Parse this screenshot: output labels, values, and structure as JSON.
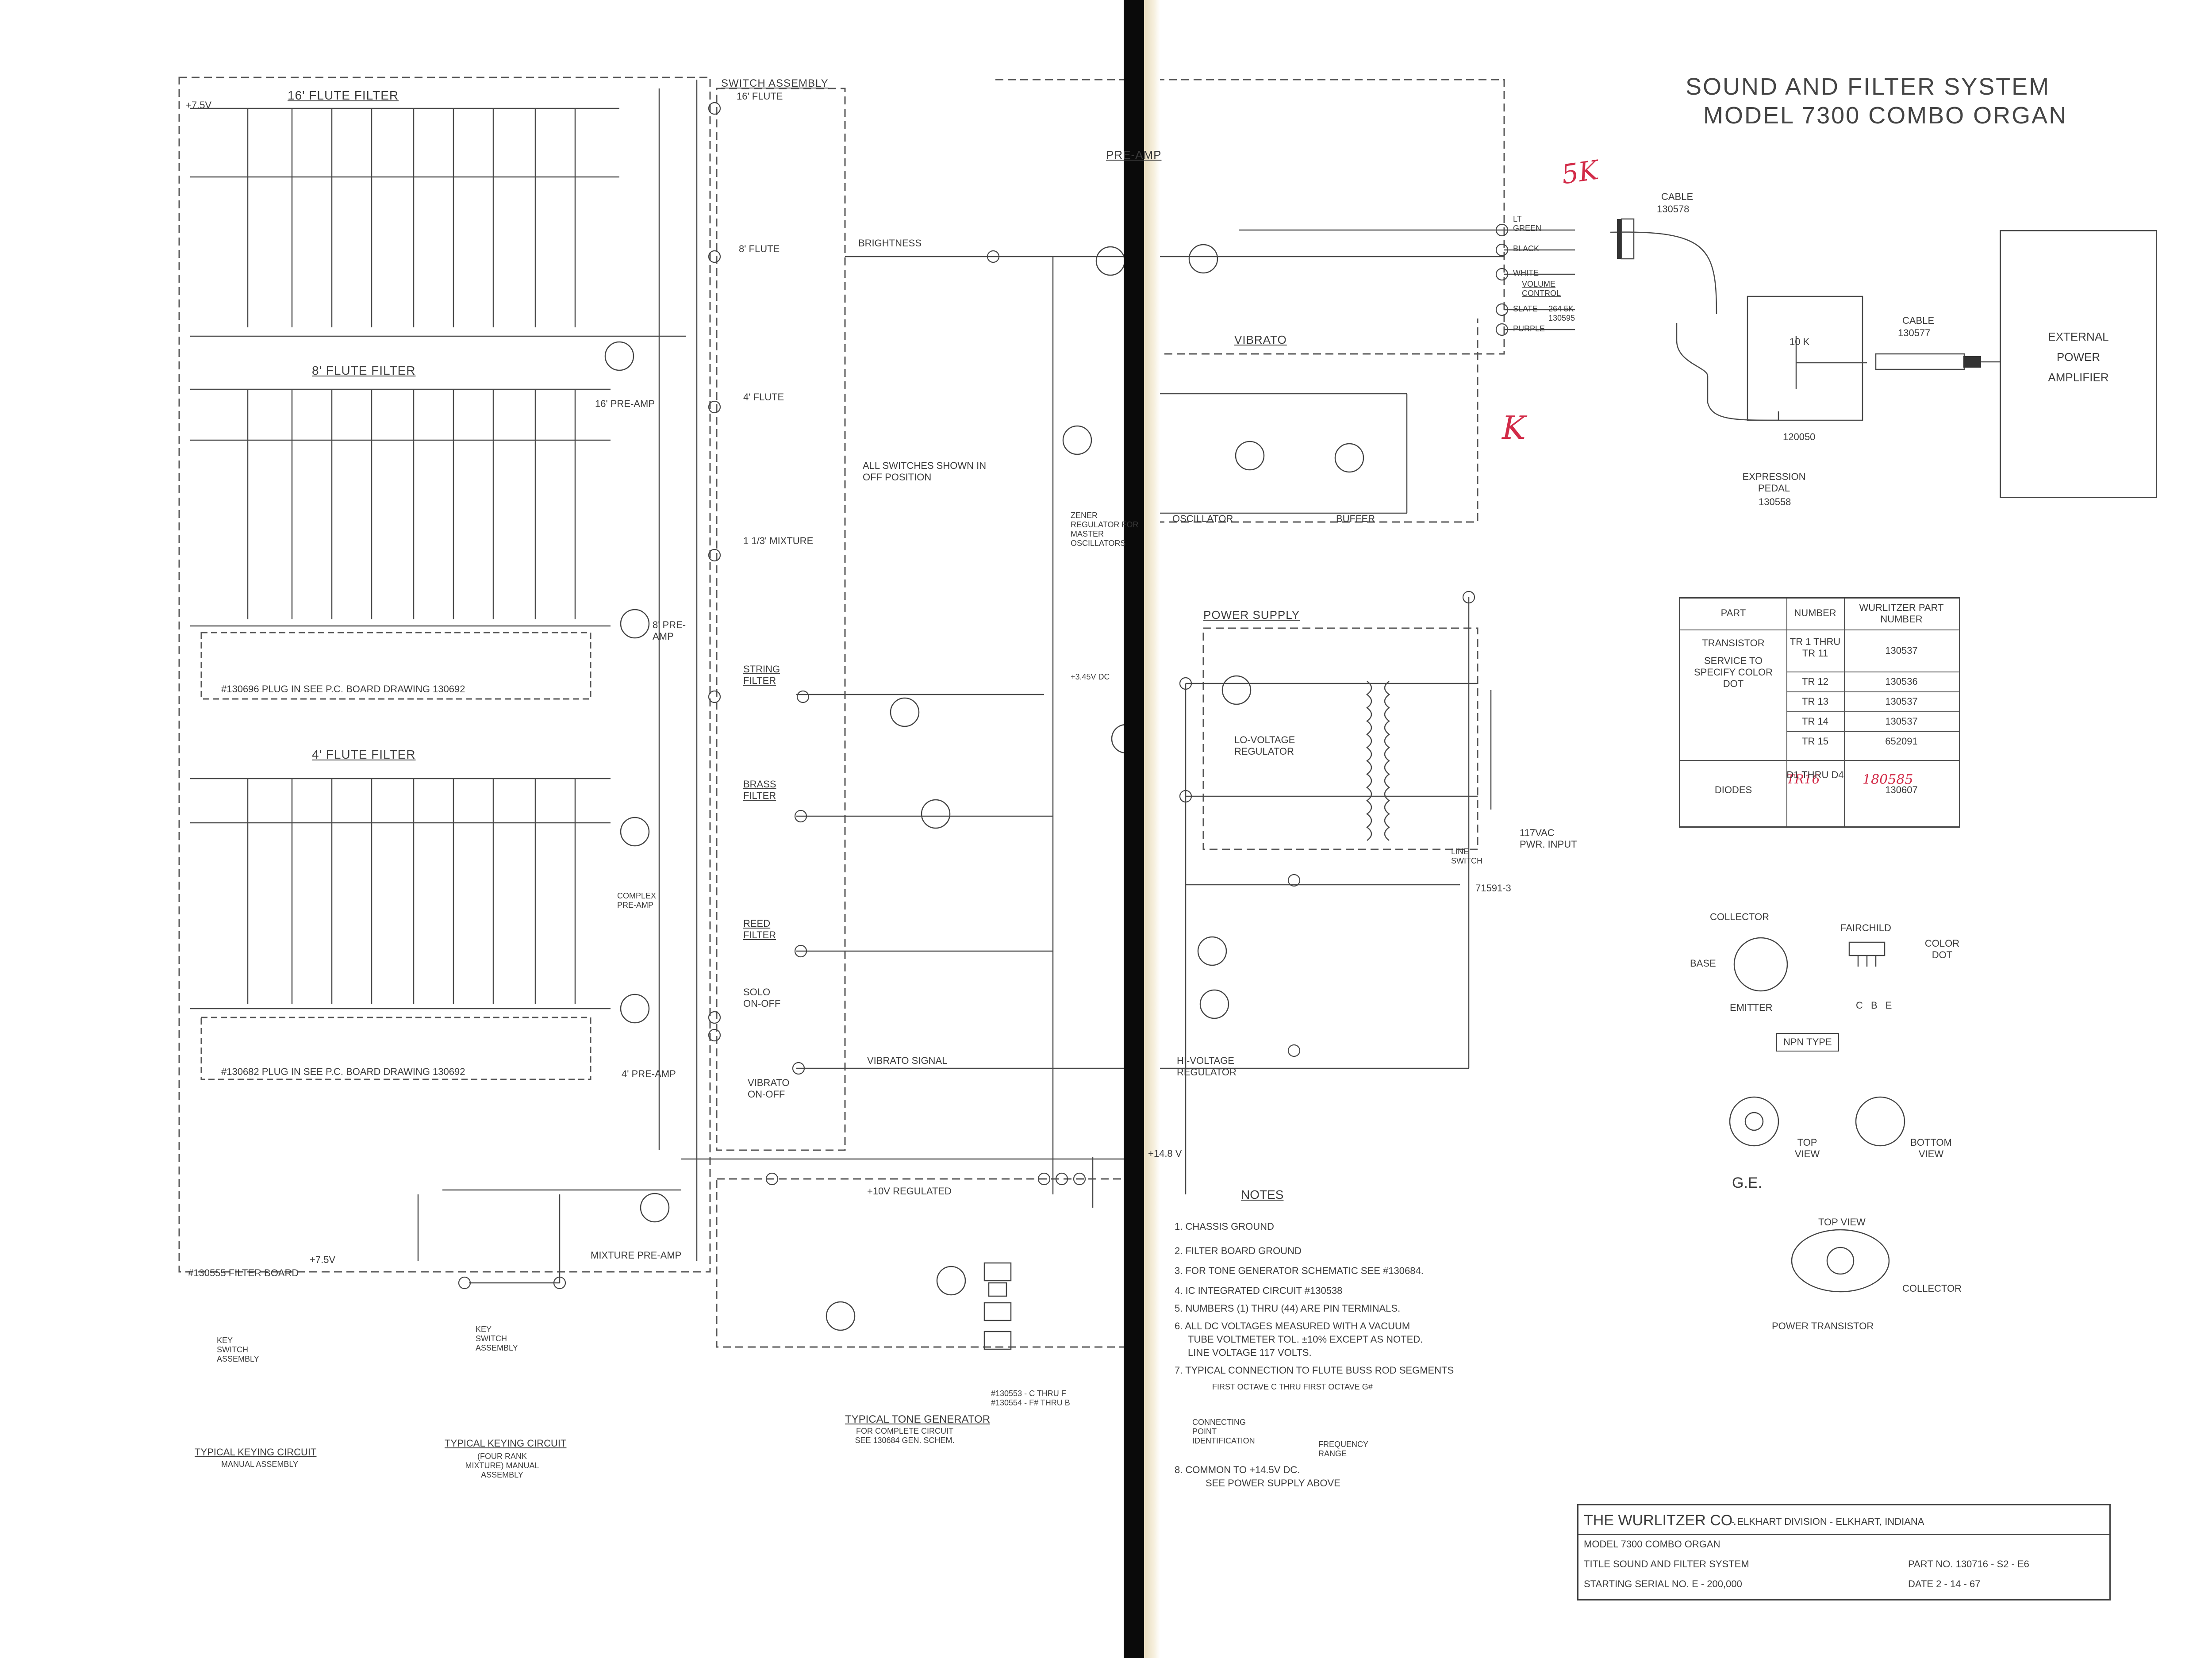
{
  "title": {
    "line1": "SOUND AND FILTER SYSTEM",
    "line2": "MODEL 7300 COMBO ORGAN"
  },
  "sections": {
    "flute16": "16' FLUTE FILTER",
    "flute8": "8' FLUTE FILTER",
    "flute4": "4' FLUTE FILTER",
    "switch_assembly": "SWITCH ASSEMBLY",
    "switch_16": "16' FLUTE",
    "switch_8": "8' FLUTE",
    "switch_4": "4' FLUTE",
    "mixture": "1 1/3' MIXTURE",
    "preamp": "PRE-AMP",
    "vibrato": "VIBRATO",
    "power_supply": "POWER SUPPLY",
    "oscillator": "OSCILLATOR",
    "buffer": "BUFFER",
    "lv_regulator": "LO-VOLTAGE REGULATOR",
    "hv_regulator": "HI-VOLTAGE REGULATOR",
    "brightness": "BRIGHTNESS",
    "string_filter": "STRING FILTER",
    "brass_filter": "BRASS FILTER",
    "reed_filter": "REED FILTER",
    "solo": "SOLO ON-OFF",
    "vibrato_onoff": "VIBRATO ON-OFF",
    "vibrato_signal": "VIBRATO SIGNAL",
    "all_switches": "ALL SWITCHES SHOWN IN OFF POSITION",
    "zener": "ZENER REGULATOR FOR MASTER OSCILLATORS",
    "mixture_preamp": "MIXTURE PRE-AMP",
    "preamp16": "16' PRE-AMP",
    "preamp8": "8' PRE-AMP",
    "preamp4": "4' PRE-AMP",
    "complex_preamp": "COMPLEX PRE-AMP",
    "filter_board": "#130555 FILTER BOARD",
    "plug8": "#130696 PLUG IN SEE P.C. BOARD DRAWING 130692",
    "plug4": "#130682 PLUG IN SEE P.C. BOARD DRAWING 130692",
    "tone_gen": "TYPICAL TONE GENERATOR",
    "tone_gen_sub": "FOR COMPLETE CIRCUIT SEE 130684 GEN. SCHEM.",
    "tone_gen_parts": "#130553 - C THRU F  #130554 - F# THRU B",
    "keying1": "TYPICAL KEYING CIRCUIT",
    "keying1_sub": "MANUAL ASSEMBLY",
    "keying2": "TYPICAL KEYING CIRCUIT",
    "keying2_sub": "(FOUR RANK MIXTURE) MANUAL ASSEMBLY",
    "key_switch": "KEY SWITCH ASSEMBLY",
    "regulated": "+10V REGULATED",
    "plus75": "+7.5V",
    "plus148": "+14.8 V",
    "plus345": "+3.45V DC",
    "pwr_input": "117VAC PWR. INPUT",
    "line_switch": "LINE SWITCH",
    "part_71591": "71591-3"
  },
  "cables": {
    "cable1_label": "CABLE",
    "cable1_num": "130578",
    "cable2_label": "CABLE",
    "cable2_num": "130577",
    "pedal_num": "120050",
    "pedal_label": "EXPRESSION PEDAL",
    "pedal_part": "130558",
    "pot": "10 K",
    "ext_amp": "EXTERNAL POWER AMPLIFIER",
    "volume_control": "VOLUME CONTROL",
    "lt_green": "LT GREEN",
    "black": "BLACK",
    "white": "WHITE",
    "slate": "SLATE",
    "purple": "PURPLE",
    "pot_264": "264 5K 130595"
  },
  "handwritten": {
    "five_k": "5K",
    "k_mark": "K",
    "tr16": "TR16",
    "part_180585": "180585"
  },
  "transistor_table": {
    "headers": [
      "PART",
      "NUMBER",
      "WURLITZER PART NUMBER"
    ],
    "transistor_label": "TRANSISTOR",
    "service_note": "SERVICE TO SPECIFY COLOR DOT",
    "rows": [
      {
        "number": "TR 1 THRU TR 11",
        "part": "130537"
      },
      {
        "number": "TR 12",
        "part": "130536"
      },
      {
        "number": "TR 13",
        "part": "130537"
      },
      {
        "number": "TR 14",
        "part": "130537"
      },
      {
        "number": "TR 15",
        "part": "652091"
      }
    ],
    "diodes_label": "DIODES",
    "diodes_number": "D1 THRU D4",
    "diodes_part": "130607"
  },
  "legend": {
    "collector": "COLLECTOR",
    "base": "BASE",
    "emitter": "EMITTER",
    "fairchild": "FAIRCHILD",
    "color_dot": "COLOR DOT",
    "cbe": "C B E",
    "npn": "NPN TYPE",
    "ge": "G.E.",
    "top_view": "TOP VIEW",
    "bottom_view": "BOTTOM VIEW",
    "top_view2": "TOP VIEW",
    "power_transistor": "POWER TRANSISTOR",
    "collector2": "COLLECTOR"
  },
  "notes": {
    "heading": "NOTES",
    "items": [
      "1.  CHASSIS GROUND",
      "2.  FILTER BOARD GROUND",
      "3. FOR TONE GENERATOR SCHEMATIC SEE #130684.",
      "4.  IC   INTEGRATED CIRCUIT #130538",
      "5. NUMBERS (1) THRU (44) ARE PIN TERMINALS.",
      "6. ALL DC VOLTAGES MEASURED WITH A VACUUM",
      "TUBE VOLTMETER TOL. ±10% EXCEPT AS NOTED.",
      "LINE VOLTAGE 117 VOLTS.",
      "7. TYPICAL CONNECTION TO FLUTE BUSS ROD SEGMENTS",
      "FIRST OCTAVE C THRU FIRST OCTAVE G#",
      "CONNECTING POINT IDENTIFICATION",
      "FREQUENCY RANGE",
      "8. COMMON TO +14.5V DC.",
      "SEE POWER SUPPLY ABOVE"
    ]
  },
  "title_block": {
    "company": "THE WURLITZER CO.",
    "division": "- ELKHART DIVISION - ELKHART, INDIANA",
    "model": "MODEL  7300 COMBO ORGAN",
    "title": "TITLE   SOUND AND FILTER SYSTEM",
    "serial": "STARTING SERIAL NO.  E - 200,000",
    "part_no": "PART NO. 130716 - S2 - E6",
    "date": "DATE  2 - 14 - 67"
  },
  "colors": {
    "ink": "#3a3a3a",
    "paper": "#ffffff",
    "spine": "#0a0a0a",
    "handwriting": "#d22b48"
  }
}
